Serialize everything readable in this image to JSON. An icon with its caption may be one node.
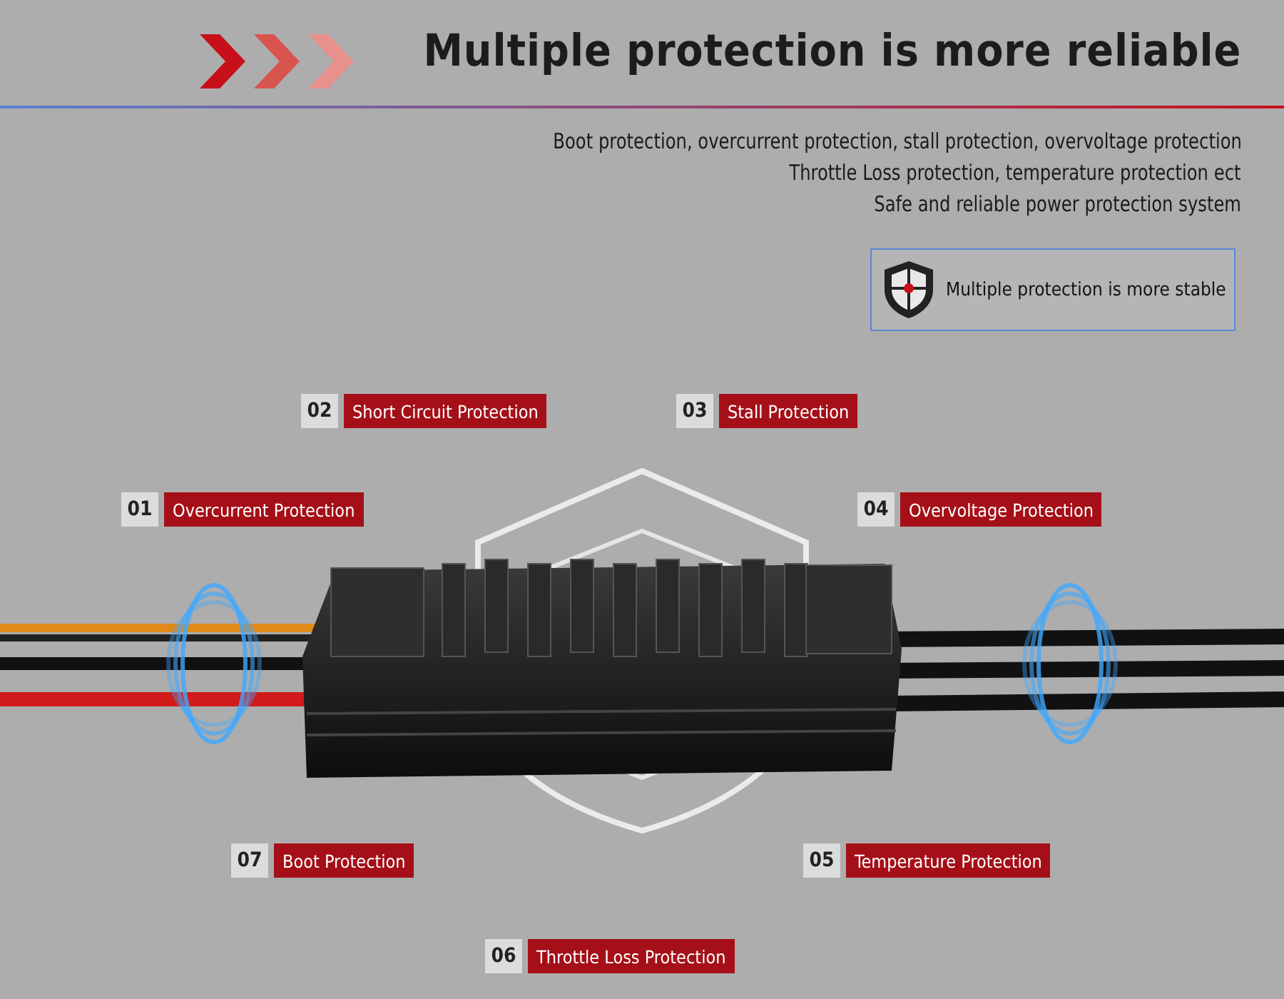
{
  "diagram": {
    "title": "Multiple protection is more reliable",
    "nodes": [
      {
        "text": [
          "Multiple protection is more stable"
        ]
      },
      {
        "text": [
          "02",
          "Short Circuit Protection"
        ]
      },
      {
        "text": [
          "03",
          "Stall Protection"
        ]
      },
      {
        "text": [
          "01",
          "Overcurrent Protection"
        ]
      },
      {
        "text": [
          "04",
          "Overvoltage Protection"
        ]
      },
      {
        "text": [
          "07",
          "Boot Protection"
        ]
      },
      {
        "text": [
          "05",
          "Temperature Protection"
        ]
      },
      {
        "text": [
          "06",
          "Throttle Loss Protection"
        ]
      }
    ],
    "labels": [
      "Boot protection, overcurrent protection, stall protection, overvoltage protection",
      "Throttle Loss protection, temperature protection ect",
      "Safe and reliable power protection system"
    ]
  }
}
